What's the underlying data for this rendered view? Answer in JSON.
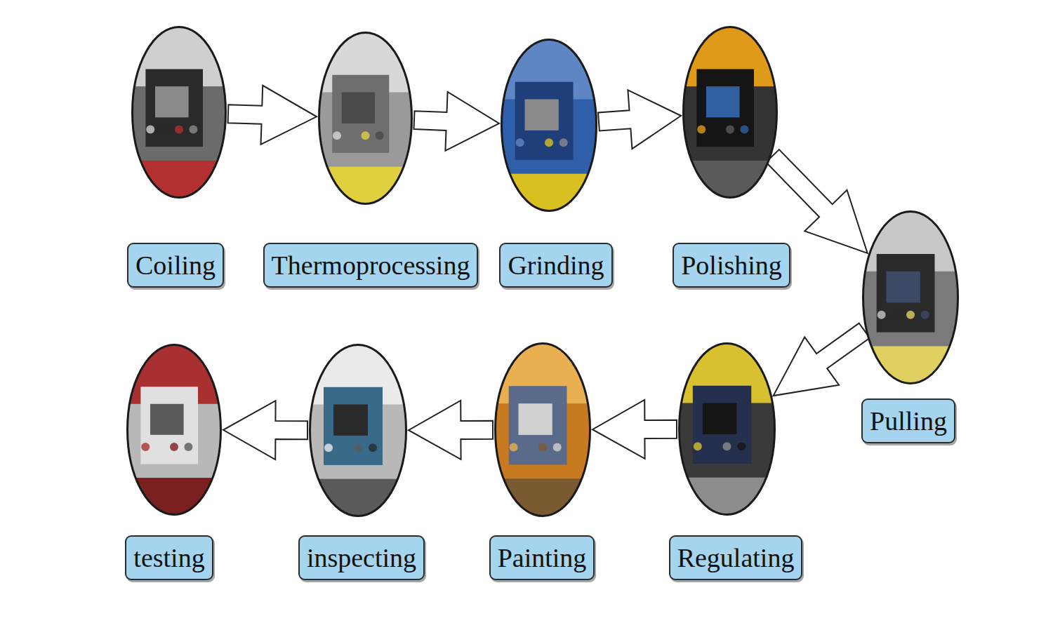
{
  "diagram": {
    "nodes": [
      {
        "text": [
          "Coiling"
        ]
      },
      {
        "text": [
          "Thermoprocessing"
        ]
      },
      {
        "text": [
          "Grinding"
        ]
      },
      {
        "text": [
          "Polishing"
        ]
      },
      {
        "text": [
          "Pulling"
        ]
      },
      {
        "text": [
          "Regulating"
        ]
      },
      {
        "text": [
          "Painting"
        ]
      },
      {
        "text": [
          "inspecting"
        ]
      },
      {
        "text": [
          "testing"
        ]
      }
    ],
    "edges": [
      {
        "from": 0,
        "to": 1,
        "arrow": "to"
      },
      {
        "from": 1,
        "to": 2,
        "arrow": "to"
      },
      {
        "from": 2,
        "to": 3,
        "arrow": "to"
      },
      {
        "from": 3,
        "to": 4,
        "arrow": "to"
      },
      {
        "from": 4,
        "to": 5,
        "arrow": "to"
      },
      {
        "from": 5,
        "to": 6,
        "arrow": "to"
      },
      {
        "from": 6,
        "to": 7,
        "arrow": "to"
      },
      {
        "from": 7,
        "to": 8,
        "arrow": "to"
      }
    ]
  }
}
